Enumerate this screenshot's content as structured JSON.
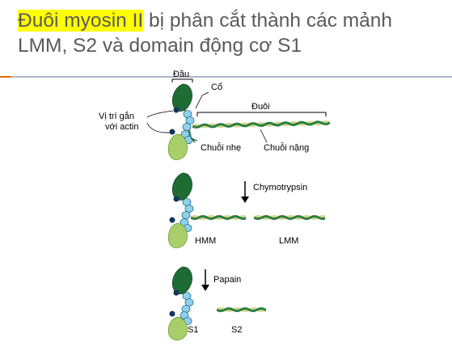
{
  "slide": {
    "title_highlight": "Đuôi myosin II",
    "title_rest": " bị phân cắt thành các mảnh LMM, S2 và domain động cơ S1"
  },
  "diagram": {
    "label_head": "Đầu",
    "label_neck": "Cổ",
    "label_tail": "Đuôi",
    "label_actin_site_1": "Vị trí gắn",
    "label_actin_site_2": "với actin",
    "label_light_chain": "Chuỗi nhẹ",
    "label_heavy_chain": "Chuỗi nặng",
    "label_chymotrypsin": "Chymotrypsin",
    "label_hmm": "HMM",
    "label_lmm": "LMM",
    "label_papain": "Papain",
    "label_s1": "S1",
    "label_s2": "S2"
  },
  "colors": {
    "title_highlight": "#ffff00",
    "title_text": "#5a5a5a",
    "head_dark": "#1f6b34",
    "head_light": "#a8cf6a",
    "light_chain": "#8fd0ea",
    "tail_yellow": "#d5d98a",
    "tail_green": "#2e7d43",
    "binding_site": "#12355c"
  }
}
